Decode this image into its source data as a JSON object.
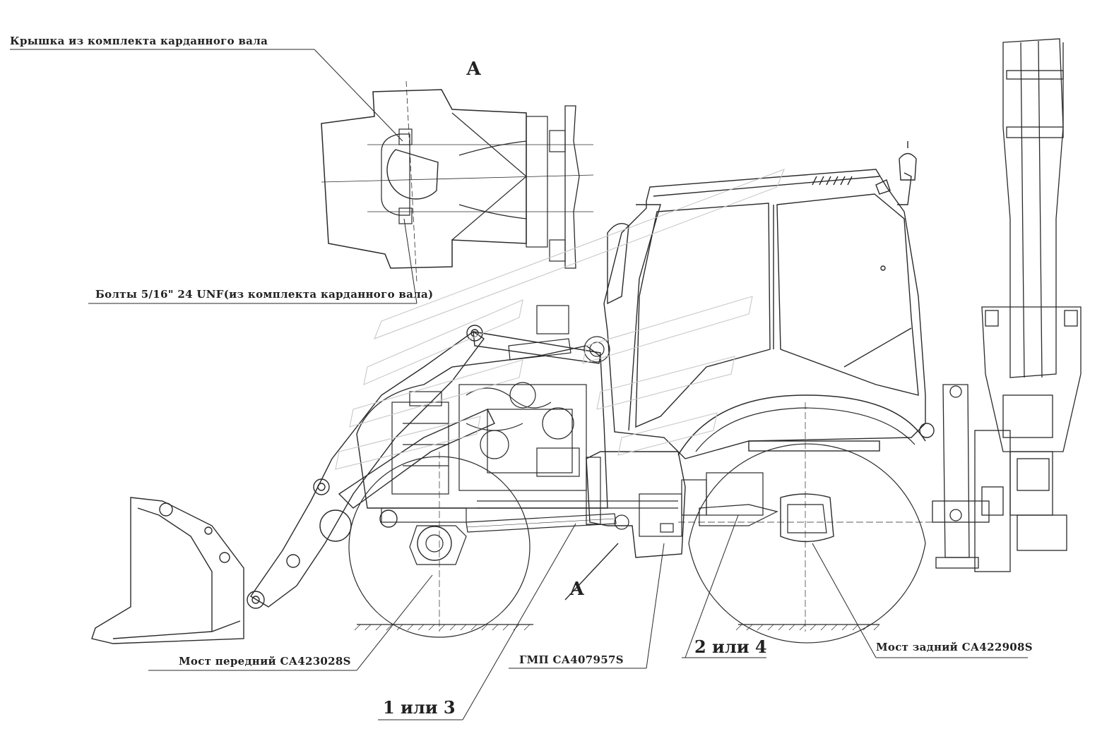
{
  "labels": {
    "cover": "Крышка из комплекта карданного вала",
    "bolts": "Болты 5/16\" 24 UNF(из комплекта карданного вала)",
    "front_axle": "Мост передний СА423028S",
    "gmp": "ГМП СА407957S",
    "rear_axle": "Мост задний СА422908S",
    "shaft_front": "1 или 3",
    "shaft_rear": "2 или 4",
    "view_top": "А",
    "view_arrow": "А"
  },
  "colors": {
    "line": "#2a2a2a",
    "hatch": "#555555",
    "watermark": "#c8c8c8"
  }
}
